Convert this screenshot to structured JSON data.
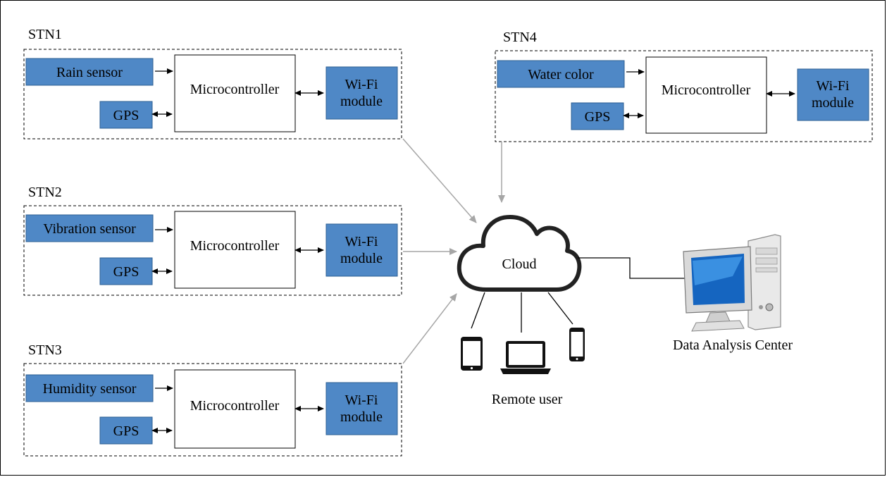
{
  "stations": [
    {
      "id": "STN1",
      "sensor": "Rain sensor",
      "controller": "Microcontroller",
      "gps": "GPS",
      "wifi": [
        "Wi-Fi",
        "module"
      ]
    },
    {
      "id": "STN2",
      "sensor": "Vibration sensor",
      "controller": "Microcontroller",
      "gps": "GPS",
      "wifi": [
        "Wi-Fi",
        "module"
      ]
    },
    {
      "id": "STN3",
      "sensor": "Humidity sensor",
      "controller": "Microcontroller",
      "gps": "GPS",
      "wifi": [
        "Wi-Fi",
        "module"
      ]
    },
    {
      "id": "STN4",
      "sensor": "Water color",
      "controller": "Microcontroller",
      "gps": "GPS",
      "wifi": [
        "Wi-Fi",
        "module"
      ]
    }
  ],
  "cloud": {
    "label": "Cloud"
  },
  "remote_user": {
    "label": "Remote user"
  },
  "data_center": {
    "label": "Data Analysis Center"
  },
  "colors": {
    "box_fill": "#4f88c6",
    "box_stroke": "#2e5f93",
    "arrow_gray": "#a6a6a6"
  }
}
